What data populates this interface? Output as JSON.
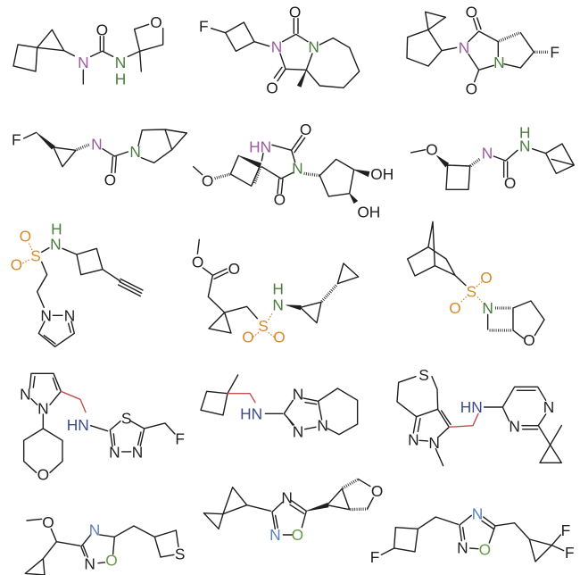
{
  "palette": {
    "bond": "#1f1f1f",
    "urea_nitrogen": "#9a5a9e",
    "highlight_nitrogen": "#4b7b3f",
    "sulfonyl": "#d98a2c",
    "amine_nitrogen": "#3d4b8e",
    "linker_bond": "#c0504d",
    "oxadiazole_nitrogen": "#5a7fc0",
    "oxadiazole_oxygen": "#6a9a48"
  },
  "molecules": [
    {
      "labels": [
        "N",
        "N",
        "H",
        "O",
        "O"
      ]
    },
    {
      "labels": [
        "F",
        "N",
        "N",
        "O",
        "O"
      ]
    },
    {
      "labels": [
        "N",
        "N",
        "O",
        "O",
        "F"
      ]
    },
    {
      "labels": [
        "F",
        "N",
        "N",
        "O"
      ]
    },
    {
      "labels": [
        "O",
        "HN",
        "N",
        "O",
        "O",
        "OH",
        "OH"
      ]
    },
    {
      "labels": [
        "O",
        "N",
        "H",
        "N",
        "O"
      ]
    },
    {
      "labels": [
        "H",
        "N",
        "S",
        "O",
        "O",
        "N",
        "N"
      ]
    },
    {
      "labels": [
        "O",
        "O",
        "H",
        "N",
        "S",
        "O",
        "O"
      ]
    },
    {
      "labels": [
        "S",
        "O",
        "O",
        "N",
        "O"
      ]
    },
    {
      "labels": [
        "N",
        "N",
        "HN",
        "S",
        "N",
        "N",
        "F",
        "O"
      ]
    },
    {
      "labels": [
        "HN",
        "N",
        "N",
        "N"
      ]
    },
    {
      "labels": [
        "S",
        "N",
        "N",
        "HN",
        "N",
        "N"
      ]
    },
    {
      "labels": [
        "O",
        "N",
        "O",
        "N",
        "S"
      ]
    },
    {
      "labels": [
        "N",
        "O",
        "N",
        "O"
      ]
    },
    {
      "labels": [
        "F",
        "N",
        "O",
        "N",
        "F",
        "F"
      ]
    }
  ]
}
